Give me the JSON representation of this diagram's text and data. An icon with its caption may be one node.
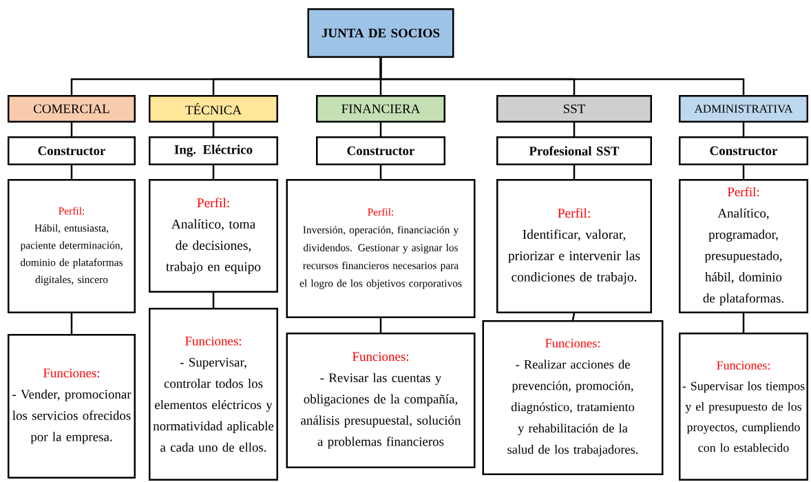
{
  "diagram": {
    "nodes": [
      {
        "text": [
          "JUNTA DE SOCIOS"
        ]
      },
      {
        "text": [
          "COMERCIAL"
        ]
      },
      {
        "text": [
          "Constructor"
        ]
      },
      {
        "text": [
          "Perfil:",
          "Hábil, entusiasta, paciente determinación, dominio de plataformas digitales, sincero"
        ]
      },
      {
        "text": [
          "Funciones:",
          "- Vender, promocionar los servicios ofrecidos por la empresa."
        ]
      },
      {
        "text": [
          "TÉCNICA"
        ]
      },
      {
        "text": [
          "Ing. Eléctrico"
        ]
      },
      {
        "text": [
          "Perfil:",
          "Analítico, toma de decisiones, trabajo en equipo"
        ]
      },
      {
        "text": [
          "Funciones:",
          "- Supervisar, controlar todos los elementos eléctricos y normatividad aplicable a cada uno de ellos."
        ]
      },
      {
        "text": [
          "FINANCIERA"
        ]
      },
      {
        "text": [
          "Constructor"
        ]
      },
      {
        "text": [
          "Perfil:",
          "Inversión, operación, financiación y dividendos. Gestionar y asignar los recursos financieros necesarios para el logro de los objetivos corporativos"
        ]
      },
      {
        "text": [
          "Funciones:",
          "- Revisar las cuentas y obligaciones de la compañía, análisis presupuestal, solución a problemas financieros"
        ]
      },
      {
        "text": [
          "SST"
        ]
      },
      {
        "text": [
          "Profesional SST"
        ]
      },
      {
        "text": [
          "Perfil:",
          "Identificar, valorar, priorizar e intervenir las condiciones de trabajo."
        ]
      },
      {
        "text": [
          "Funciones:",
          "- Realizar acciones de prevención, promoción, diagnóstico, tratamiento y rehabilitación de la salud de los trabajadores."
        ]
      },
      {
        "text": [
          "ADMINISTRATIVA"
        ]
      },
      {
        "text": [
          "Constructor"
        ]
      },
      {
        "text": [
          "Perfil:",
          "Analítico, programador, presupuestado, hábil, dominio de plataformas."
        ]
      },
      {
        "text": [
          "Funciones:",
          "- Supervisar los tiempos y el presupuesto de los proyectos, cumpliendo con lo establecido"
        ]
      }
    ],
    "edges": [
      {
        "from": 0,
        "to": 1,
        "arrow": "none"
      },
      {
        "from": 0,
        "to": 5,
        "arrow": "none"
      },
      {
        "from": 0,
        "to": 9,
        "arrow": "none"
      },
      {
        "from": 0,
        "to": 13,
        "arrow": "none"
      },
      {
        "from": 0,
        "to": 17,
        "arrow": "none"
      },
      {
        "from": 1,
        "to": 2,
        "arrow": "none"
      },
      {
        "from": 2,
        "to": 3,
        "arrow": "none"
      },
      {
        "from": 3,
        "to": 4,
        "arrow": "none"
      },
      {
        "from": 5,
        "to": 6,
        "arrow": "none"
      },
      {
        "from": 6,
        "to": 7,
        "arrow": "none"
      },
      {
        "from": 7,
        "to": 8,
        "arrow": "none"
      },
      {
        "from": 9,
        "to": 10,
        "arrow": "none"
      },
      {
        "from": 10,
        "to": 11,
        "arrow": "none"
      },
      {
        "from": 11,
        "to": 12,
        "arrow": "none"
      },
      {
        "from": 13,
        "to": 14,
        "arrow": "none"
      },
      {
        "from": 14,
        "to": 15,
        "arrow": "none"
      },
      {
        "from": 15,
        "to": 16,
        "arrow": "none"
      },
      {
        "from": 17,
        "to": 18,
        "arrow": "none"
      },
      {
        "from": 18,
        "to": 19,
        "arrow": "none"
      },
      {
        "from": 19,
        "to": 20,
        "arrow": "none"
      }
    ]
  }
}
